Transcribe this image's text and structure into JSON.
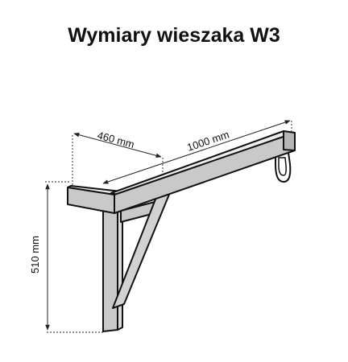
{
  "title": "Wymiary wieszaka W3",
  "dimensions": {
    "arm_length": "460 mm",
    "beam_length": "1000 mm",
    "height": "510 mm"
  },
  "colors": {
    "outline": "#111111",
    "wood_light": "#ededed",
    "wood_mid": "#c9c9c9",
    "wood_dark": "#b5b5b5"
  }
}
